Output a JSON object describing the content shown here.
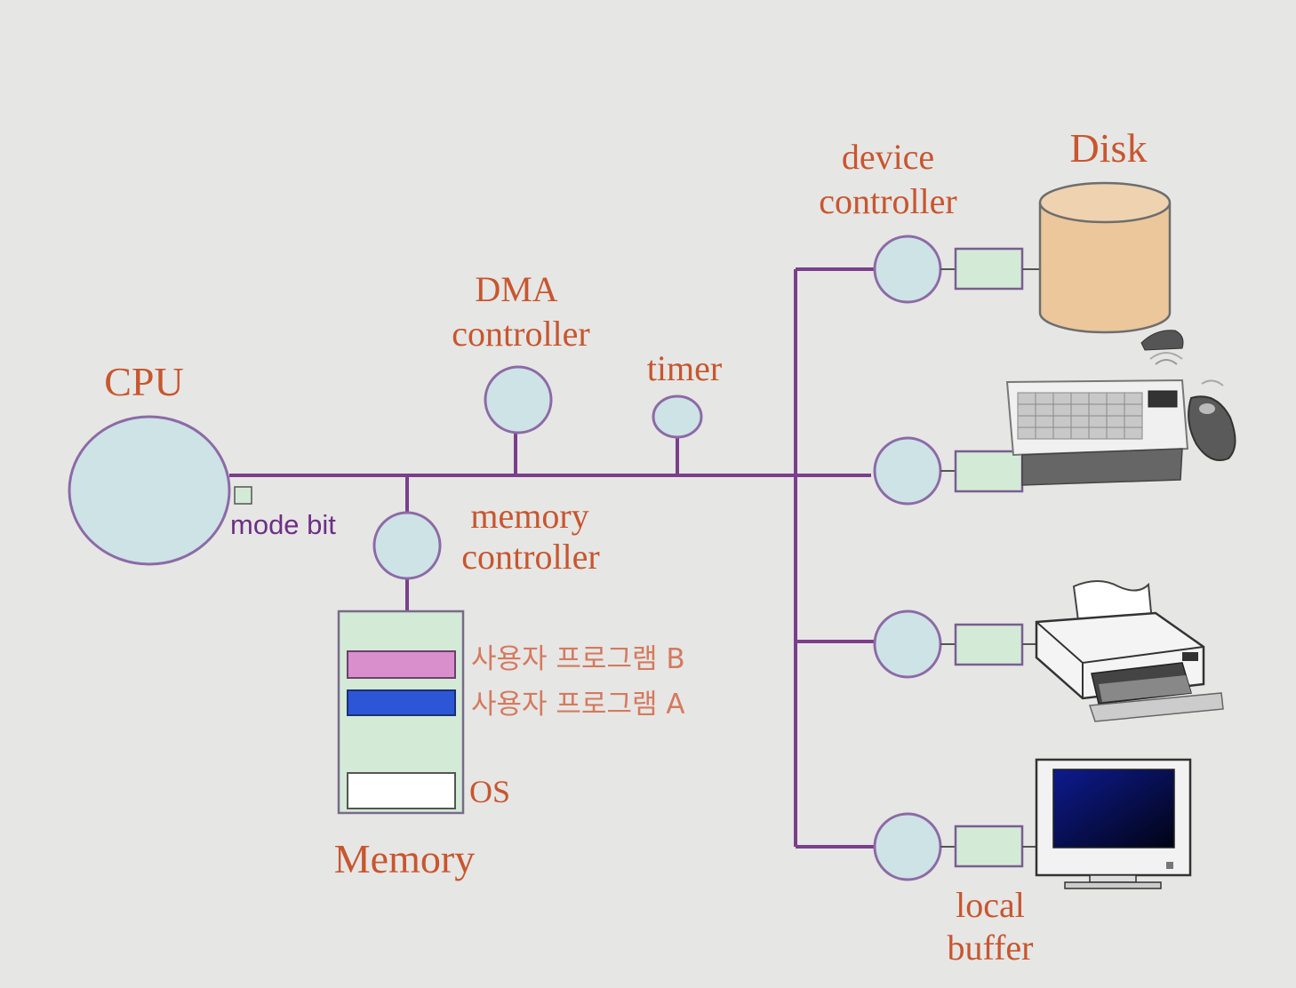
{
  "labels": {
    "cpu": "CPU",
    "mode_bit": "mode bit",
    "dma_line1": "DMA",
    "dma_line2": "controller",
    "timer": "timer",
    "memctl_line1": "memory",
    "memctl_line2": "controller",
    "memory": "Memory",
    "prog_b": "사용자 프로그램 B",
    "prog_a": "사용자 프로그램 A",
    "os": "OS",
    "devctl_line1": "device",
    "devctl_line2": "controller",
    "disk": "Disk",
    "localbuf_line1": "local",
    "localbuf_line2": "buffer"
  },
  "devices": [
    "disk",
    "keyboard-mouse",
    "printer",
    "monitor"
  ],
  "colors": {
    "label": "#c8562e",
    "bus": "#7a3f8a",
    "node_fill": "#cde3e6",
    "buffer_fill": "#d3ead7",
    "memory_fill": "#d3ead7",
    "prog_b_fill": "#d98fcc",
    "prog_a_fill": "#2d56d6",
    "disk_fill": "#ecc79b"
  }
}
